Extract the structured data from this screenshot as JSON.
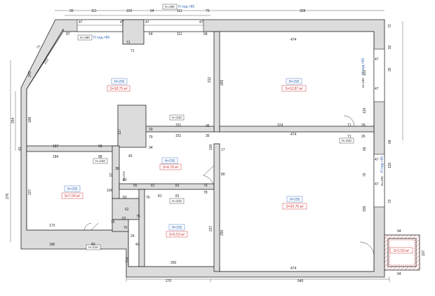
{
  "rooms": [
    {
      "height": "H=295",
      "area": "S=18.75 м²"
    },
    {
      "height": "H=295",
      "area": "S=13.87 м²"
    },
    {
      "height": "H=295",
      "area": "S=4.78 м²"
    },
    {
      "height": "H=295",
      "area": "S=7.04 м²"
    },
    {
      "height": "H=295",
      "area": "S=5.53 м²"
    },
    {
      "height": "H=295",
      "area": "S=20.76 м²"
    },
    {
      "area": "S=1.50 м²"
    }
  ],
  "top_windows": [
    {
      "height": "H=190",
      "sill": "H под.=85"
    },
    {
      "height": "H=190",
      "sill": "H под.=85"
    }
  ],
  "side_windows": [
    {
      "height": "H=190",
      "sill": "H под.=85"
    },
    {
      "height": "H=190",
      "sill": "H под.=85"
    }
  ],
  "openings": [
    "H=210",
    "H=210",
    "H=210",
    "H=210",
    "H=210",
    "H=210"
  ],
  "dims": {
    "top": [
      "39",
      "111",
      "102",
      "54",
      "111",
      "75",
      "328"
    ],
    "top_inner": [
      "47",
      "47",
      "47",
      "47"
    ],
    "top_niche": [
      "97",
      "54",
      "111",
      "58",
      "71",
      "71"
    ],
    "left": [
      "276",
      "254",
      "243",
      "188",
      "227",
      "43"
    ],
    "diag": [
      "71",
      "213"
    ],
    "r1_inner": [
      "312",
      "151",
      "151",
      "36",
      "35",
      "265",
      "127",
      "187",
      "184",
      "98",
      "98",
      "79",
      "29",
      "34",
      "42"
    ],
    "r2": [
      "474",
      "374",
      "71",
      "28",
      "71",
      "26",
      "120",
      "120",
      "47",
      "47",
      "35",
      "72",
      "92"
    ],
    "mid": [
      "97",
      "83",
      "81",
      "81",
      "65",
      "76",
      "78",
      "76",
      "81",
      "81",
      "80",
      "62",
      "83",
      "106",
      "38",
      "100",
      "17"
    ],
    "bottom_left": [
      "173",
      "186",
      "80",
      "62",
      "75",
      "76",
      "75",
      "24",
      "42",
      "114"
    ],
    "bath": [
      "260",
      "227",
      "250"
    ],
    "big": [
      "474",
      "474",
      "155",
      "120",
      "68",
      "47",
      "47",
      "70",
      "76",
      "66"
    ],
    "balcony": [
      "94",
      "94",
      "107"
    ],
    "bottom": [
      "270",
      "540"
    ]
  }
}
